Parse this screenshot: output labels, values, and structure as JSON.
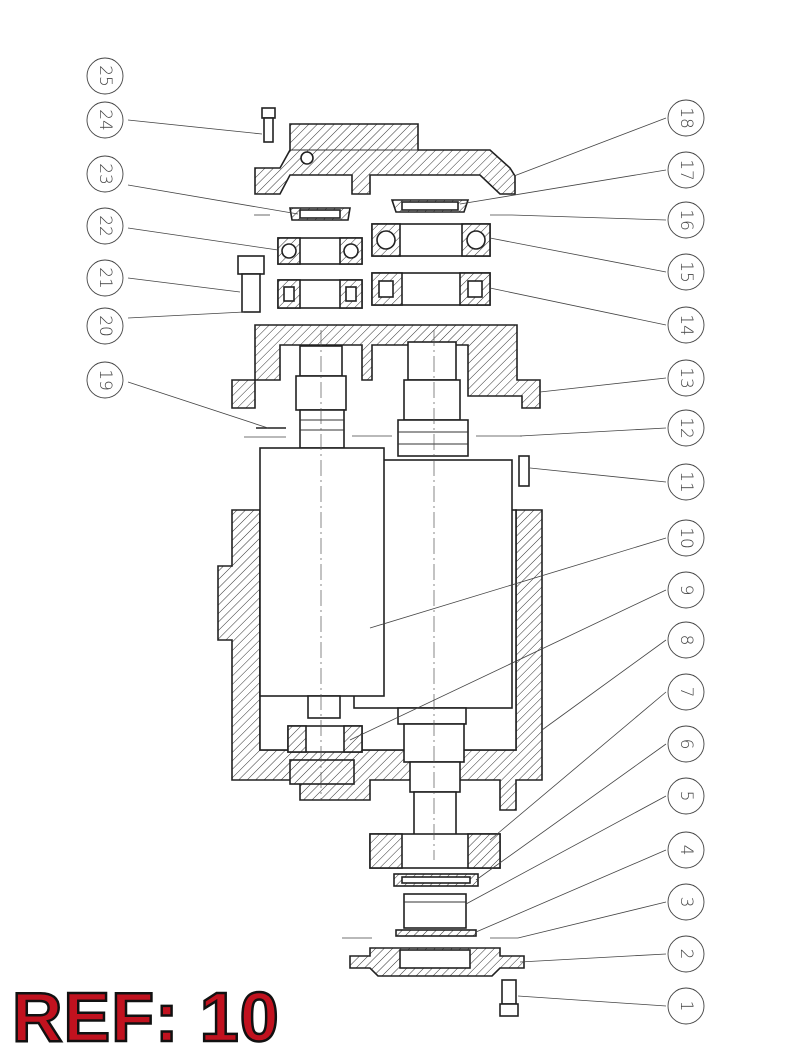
{
  "reference": {
    "label": "REF: 10",
    "color": "#c1121f"
  },
  "callouts": [
    "1",
    "2",
    "3",
    "4",
    "5",
    "6",
    "7",
    "8",
    "9",
    "10",
    "11",
    "12",
    "13",
    "14",
    "15",
    "16",
    "17",
    "18",
    "19",
    "20",
    "21",
    "22",
    "23",
    "24",
    "25"
  ]
}
